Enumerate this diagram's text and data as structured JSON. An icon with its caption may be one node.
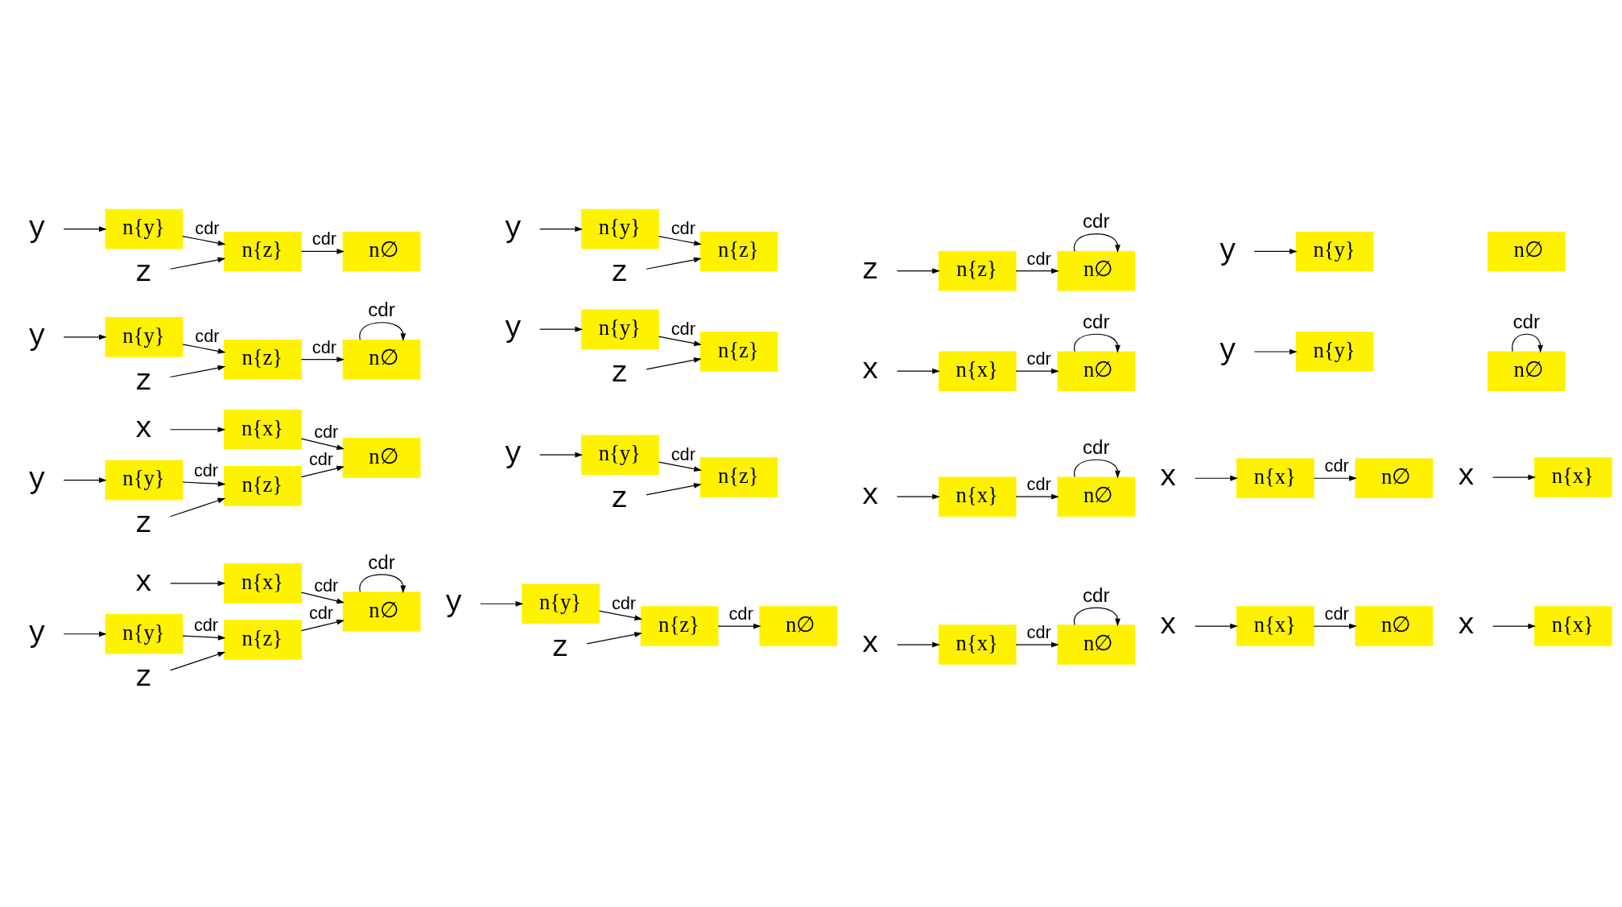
{
  "diagram": {
    "nodes": [
      {
        "text": [
          "x"
        ]
      },
      {
        "text": [
          "n{x}"
        ]
      },
      {
        "text": [
          "n∅"
        ]
      },
      {
        "text": [
          "x"
        ]
      },
      {
        "text": [
          "n{x}"
        ]
      },
      {
        "text": [
          "n∅"
        ]
      },
      {
        "text": [
          "y"
        ]
      },
      {
        "text": [
          "n{y}"
        ]
      },
      {
        "text": [
          "x"
        ]
      },
      {
        "text": [
          "n{x}"
        ]
      },
      {
        "text": [
          "n∅"
        ]
      },
      {
        "text": [
          "y"
        ]
      },
      {
        "text": [
          "n{y}"
        ]
      },
      {
        "text": [
          "x"
        ]
      },
      {
        "text": [
          "n{x}"
        ]
      },
      {
        "text": [
          "n∅"
        ]
      },
      {
        "text": [
          "y"
        ]
      },
      {
        "text": [
          "n{y}"
        ]
      },
      {
        "text": [
          "z"
        ]
      },
      {
        "text": [
          "n{z}"
        ]
      },
      {
        "text": [
          "x"
        ]
      },
      {
        "text": [
          "n{x}"
        ]
      },
      {
        "text": [
          "n∅"
        ]
      },
      {
        "text": [
          "y"
        ]
      },
      {
        "text": [
          "n{y}"
        ]
      },
      {
        "text": [
          "z"
        ]
      },
      {
        "text": [
          "n{z}"
        ]
      },
      {
        "text": [
          "x"
        ]
      },
      {
        "text": [
          "n{x}"
        ]
      },
      {
        "text": [
          "n∅"
        ]
      },
      {
        "text": [
          "y"
        ]
      },
      {
        "text": [
          "n{y}"
        ]
      },
      {
        "text": [
          "z"
        ]
      },
      {
        "text": [
          "n{z}"
        ]
      },
      {
        "text": [
          "x"
        ]
      },
      {
        "text": [
          "n{x}"
        ]
      },
      {
        "text": [
          "n∅"
        ]
      },
      {
        "text": [
          "y"
        ]
      },
      {
        "text": [
          "n{y}"
        ]
      },
      {
        "text": [
          "z"
        ]
      },
      {
        "text": [
          "n{z}"
        ]
      },
      {
        "text": [
          "x"
        ]
      },
      {
        "text": [
          "n{x}"
        ]
      },
      {
        "text": [
          "n∅"
        ]
      },
      {
        "text": [
          "y"
        ]
      },
      {
        "text": [
          "n{y}"
        ]
      },
      {
        "text": [
          "z"
        ]
      },
      {
        "text": [
          "n{z}"
        ]
      },
      {
        "text": [
          "x"
        ]
      },
      {
        "text": [
          "n{x}"
        ]
      },
      {
        "text": [
          "y"
        ]
      },
      {
        "text": [
          "n{y}"
        ]
      },
      {
        "text": [
          "z"
        ]
      },
      {
        "text": [
          "n{z}"
        ]
      },
      {
        "text": [
          "n∅"
        ]
      },
      {
        "text": [
          "y"
        ]
      },
      {
        "text": [
          "n{y}"
        ]
      },
      {
        "text": [
          "z"
        ]
      },
      {
        "text": [
          "n{z}"
        ]
      },
      {
        "text": [
          "n∅"
        ]
      },
      {
        "text": [
          "y"
        ]
      },
      {
        "text": [
          "n{y}"
        ]
      },
      {
        "text": [
          "z"
        ]
      },
      {
        "text": [
          "n{z}"
        ]
      },
      {
        "text": [
          "n∅"
        ]
      },
      {
        "text": [
          "z"
        ]
      },
      {
        "text": [
          "n{z}"
        ]
      },
      {
        "text": [
          "n∅"
        ]
      },
      {
        "text": [
          "n∅"
        ]
      }
    ],
    "edges": [
      {
        "from": 0,
        "to": 1,
        "arrow": "to"
      },
      {
        "from": 1,
        "to": 2,
        "arrow": "to",
        "label": "cdr"
      },
      {
        "from": 2,
        "to": 2,
        "arrow": "to",
        "label": "cdr"
      },
      {
        "from": 3,
        "to": 4,
        "arrow": "to"
      },
      {
        "from": 4,
        "to": 5,
        "arrow": "to",
        "label": "cdr"
      },
      {
        "from": 5,
        "to": 5,
        "arrow": "to",
        "label": "cdr"
      },
      {
        "from": 6,
        "to": 7,
        "arrow": "to"
      },
      {
        "from": 8,
        "to": 9,
        "arrow": "to"
      },
      {
        "from": 9,
        "to": 10,
        "arrow": "to",
        "label": "cdr"
      },
      {
        "from": 11,
        "to": 12,
        "arrow": "to"
      },
      {
        "from": 13,
        "to": 14,
        "arrow": "to"
      },
      {
        "from": 14,
        "to": 15,
        "arrow": "to",
        "label": "cdr"
      },
      {
        "from": 15,
        "to": 15,
        "arrow": "to",
        "label": "cdr"
      },
      {
        "from": 16,
        "to": 17,
        "arrow": "to"
      },
      {
        "from": 17,
        "to": 19,
        "arrow": "to",
        "label": "cdr"
      },
      {
        "from": 18,
        "to": 19,
        "arrow": "to"
      },
      {
        "from": 20,
        "to": 21,
        "arrow": "to"
      },
      {
        "from": 21,
        "to": 22,
        "arrow": "to",
        "label": "cdr"
      },
      {
        "from": 23,
        "to": 24,
        "arrow": "to"
      },
      {
        "from": 24,
        "to": 26,
        "arrow": "to",
        "label": "cdr"
      },
      {
        "from": 25,
        "to": 26,
        "arrow": "to"
      },
      {
        "from": 27,
        "to": 28,
        "arrow": "to"
      },
      {
        "from": 30,
        "to": 31,
        "arrow": "to"
      },
      {
        "from": 31,
        "to": 33,
        "arrow": "to",
        "label": "cdr"
      },
      {
        "from": 32,
        "to": 33,
        "arrow": "to"
      },
      {
        "from": 34,
        "to": 35,
        "arrow": "to"
      },
      {
        "from": 35,
        "to": 36,
        "arrow": "to",
        "label": "cdr"
      },
      {
        "from": 36,
        "to": 36,
        "arrow": "to",
        "label": "cdr"
      },
      {
        "from": 37,
        "to": 38,
        "arrow": "to"
      },
      {
        "from": 38,
        "to": 40,
        "arrow": "to",
        "label": "cdr"
      },
      {
        "from": 39,
        "to": 40,
        "arrow": "to"
      },
      {
        "from": 40,
        "to": 36,
        "arrow": "to",
        "label": "cdr"
      },
      {
        "from": 41,
        "to": 42,
        "arrow": "to"
      },
      {
        "from": 42,
        "to": 43,
        "arrow": "to",
        "label": "cdr"
      },
      {
        "from": 44,
        "to": 45,
        "arrow": "to"
      },
      {
        "from": 45,
        "to": 47,
        "arrow": "to",
        "label": "cdr"
      },
      {
        "from": 46,
        "to": 47,
        "arrow": "to"
      },
      {
        "from": 47,
        "to": 43,
        "arrow": "to",
        "label": "cdr"
      },
      {
        "from": 48,
        "to": 49,
        "arrow": "to"
      },
      {
        "from": 50,
        "to": 51,
        "arrow": "to"
      },
      {
        "from": 51,
        "to": 53,
        "arrow": "to",
        "label": "cdr"
      },
      {
        "from": 52,
        "to": 53,
        "arrow": "to"
      },
      {
        "from": 53,
        "to": 54,
        "arrow": "to",
        "label": "cdr"
      },
      {
        "from": 55,
        "to": 56,
        "arrow": "to"
      },
      {
        "from": 56,
        "to": 58,
        "arrow": "to",
        "label": "cdr"
      },
      {
        "from": 57,
        "to": 58,
        "arrow": "to"
      },
      {
        "from": 58,
        "to": 59,
        "arrow": "to",
        "label": "cdr"
      },
      {
        "from": 60,
        "to": 61,
        "arrow": "to"
      },
      {
        "from": 61,
        "to": 63,
        "arrow": "to",
        "label": "cdr"
      },
      {
        "from": 62,
        "to": 63,
        "arrow": "to"
      },
      {
        "from": 63,
        "to": 64,
        "arrow": "to",
        "label": "cdr"
      },
      {
        "from": 64,
        "to": 64,
        "arrow": "to",
        "label": "cdr"
      },
      {
        "from": 65,
        "to": 66,
        "arrow": "to"
      },
      {
        "from": 66,
        "to": 67,
        "arrow": "to",
        "label": "cdr"
      },
      {
        "from": 67,
        "to": 67,
        "arrow": "to",
        "label": "cdr"
      },
      {
        "from": 68,
        "to": 68,
        "arrow": "to",
        "label": "cdr"
      }
    ]
  }
}
